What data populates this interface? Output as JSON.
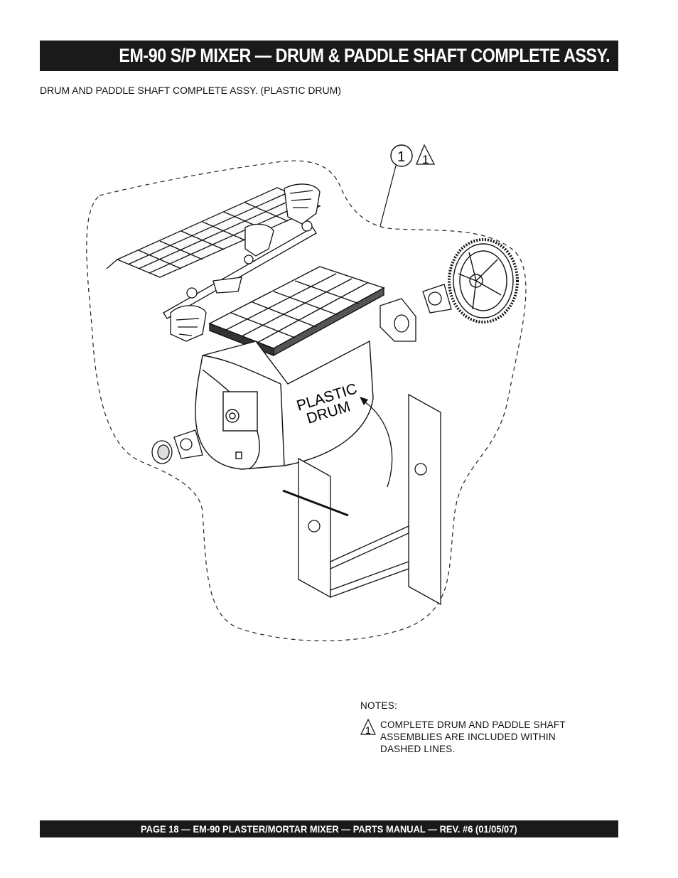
{
  "header": {
    "title": "EM-90 S/P MIXER —  DRUM & PADDLE SHAFT COMPLETE ASSY."
  },
  "subtitle": "DRUM AND PADDLE SHAFT COMPLETE ASSY.  (PLASTIC DRUM)",
  "diagram": {
    "callout_number": "1",
    "callout_note_ref": "1",
    "drum_label_line1": "PLASTIC",
    "drum_label_line2": "DRUM"
  },
  "notes": {
    "heading": "NOTES:",
    "items": [
      {
        "marker": "1",
        "text": "COMPLETE DRUM AND PADDLE SHAFT ASSEMBLIES ARE INCLUDED WITHIN DASHED LINES."
      }
    ]
  },
  "footer": {
    "text": "PAGE 18 — EM-90 PLASTER/MORTAR  MIXER — PARTS MANUAL — REV. #6 (01/05/07)"
  }
}
